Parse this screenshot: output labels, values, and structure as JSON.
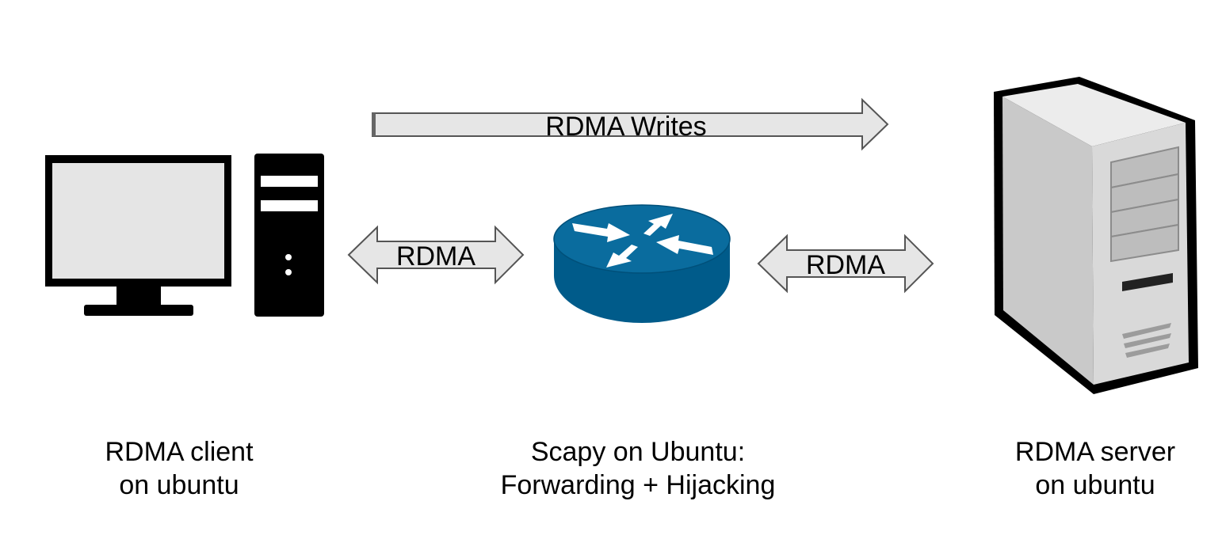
{
  "colors": {
    "arrow_fill": "#e6e6e6",
    "arrow_stroke": "#555555",
    "router_fill": "#005b8a",
    "router_top": "#0a6c9e",
    "router_arrows": "#ffffff",
    "client_icon": "#000000",
    "client_screen": "#e5e5e5",
    "server_body": "#d6d6d6",
    "server_outline": "#000000"
  },
  "icons": {
    "client": "desktop-computer-icon",
    "router": "router-icon",
    "server": "tower-server-icon"
  },
  "arrows": {
    "writes": "RDMA Writes",
    "left_link": "RDMA",
    "right_link": "RDMA"
  },
  "labels": {
    "client_line1": "RDMA client",
    "client_line2": "on ubuntu",
    "middle_line1": "Scapy on Ubuntu:",
    "middle_line2": "Forwarding + Hijacking",
    "server_line1": "RDMA server",
    "server_line2": "on ubuntu"
  }
}
